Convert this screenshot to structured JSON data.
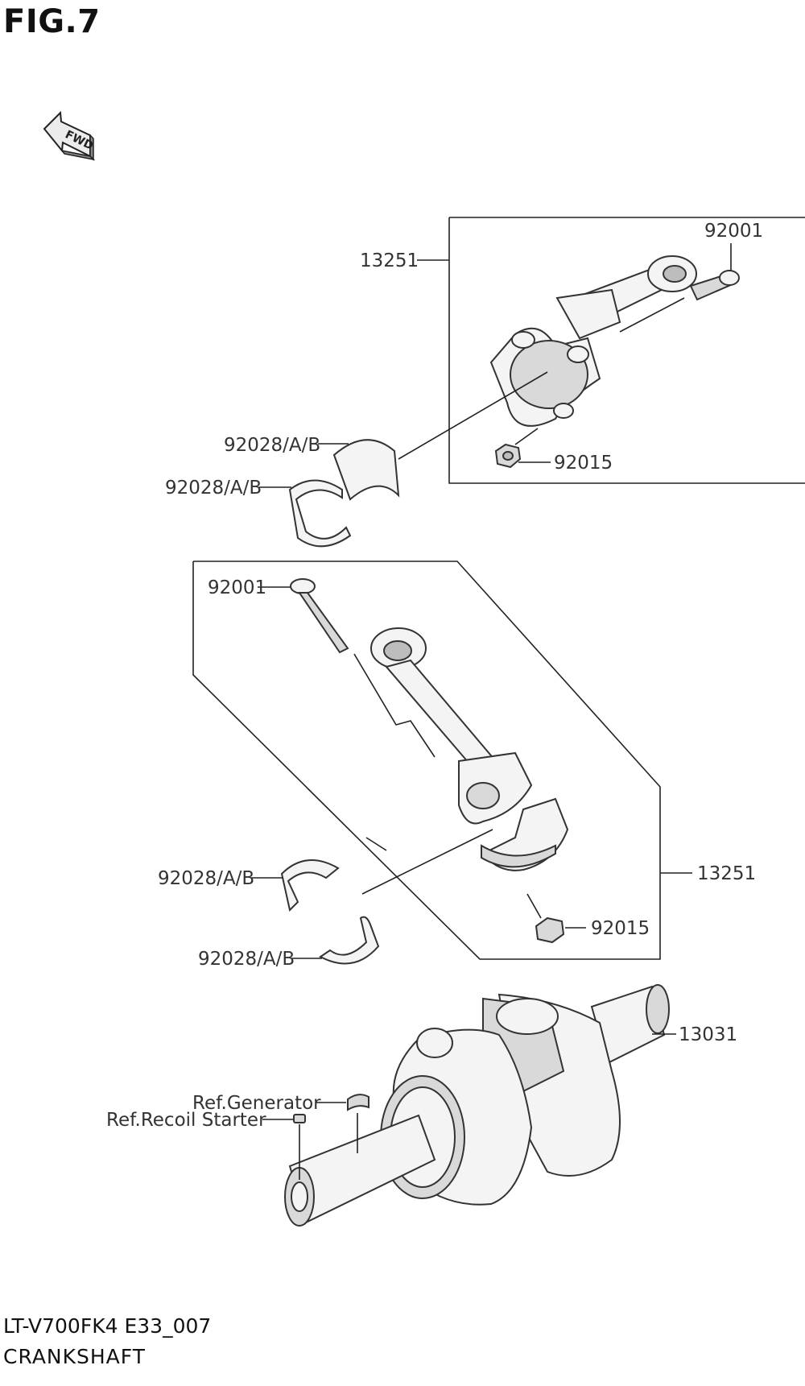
{
  "title": "FIG.7",
  "fwd_label": "FWD",
  "labels": {
    "upper_rod_assembly": "13251",
    "upper_bolt": "92001",
    "upper_nut": "92015",
    "upper_bearing_1": "92028/A/B",
    "upper_bearing_2": "92028/A/B",
    "lower_bolt": "92001",
    "lower_rod_assembly": "13251",
    "lower_nut": "92015",
    "lower_bearing_1": "92028/A/B",
    "lower_bearing_2": "92028/A/B",
    "crankshaft": "13031",
    "ref_generator": "Ref.Generator",
    "ref_recoil_starter": "Ref.Recoil Starter"
  },
  "footer": {
    "model_code": "LT-V700FK4 E33_007",
    "section_name": "CRANKSHAFT"
  }
}
